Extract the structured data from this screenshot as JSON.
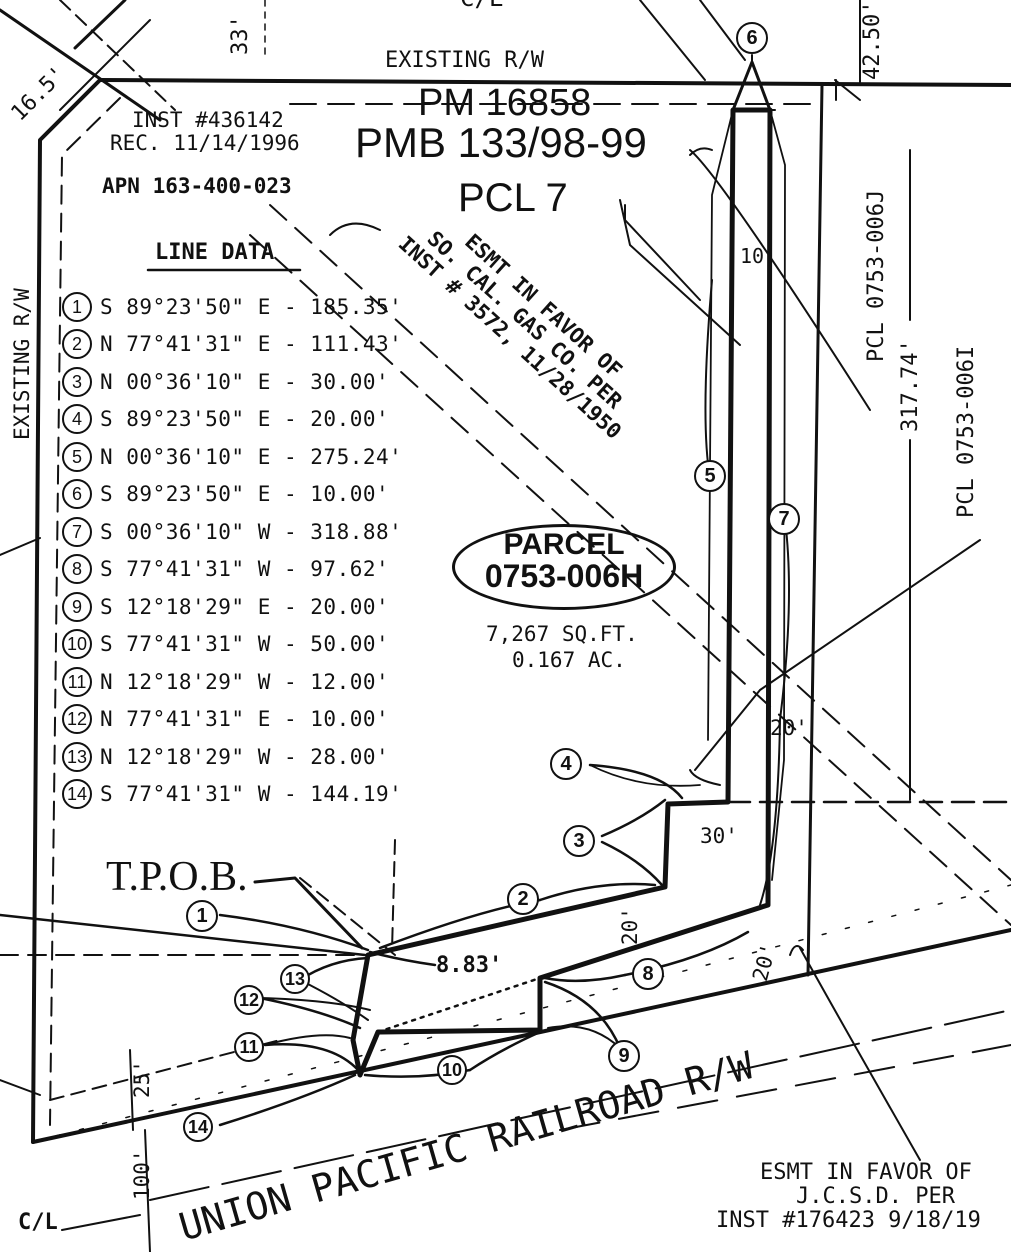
{
  "header": {
    "existing_rw_top": "EXISTING R/W",
    "pm": "PM 16858",
    "pmb": "PMB 133/98-99",
    "pcl7": "PCL 7",
    "inst": "INST #436142",
    "rec": "REC. 11/14/1996",
    "apn": "APN 163-400-023",
    "dim_33": "33'",
    "dim_16_5": "16.5'",
    "dim_42_50": "42.50'",
    "cl_top": "C/L"
  },
  "left": {
    "existing_rw_left": "EXISTING R/W"
  },
  "line_data": {
    "title": "LINE DATA",
    "rows": [
      {
        "num": "1",
        "text": "S 89°23'50\" E - 185.35'"
      },
      {
        "num": "2",
        "text": "N 77°41'31\" E - 111.43'"
      },
      {
        "num": "3",
        "text": "N 00°36'10\" E - 30.00'"
      },
      {
        "num": "4",
        "text": "S 89°23'50\" E - 20.00'"
      },
      {
        "num": "5",
        "text": "N 00°36'10\" E - 275.24'"
      },
      {
        "num": "6",
        "text": "S 89°23'50\" E - 10.00'"
      },
      {
        "num": "7",
        "text": "S 00°36'10\" W - 318.88'"
      },
      {
        "num": "8",
        "text": "S 77°41'31\" W - 97.62'"
      },
      {
        "num": "9",
        "text": "S 12°18'29\" E - 20.00'"
      },
      {
        "num": "10",
        "text": "S 77°41'31\" W - 50.00'"
      },
      {
        "num": "11",
        "text": "N 12°18'29\" W - 12.00'"
      },
      {
        "num": "12",
        "text": "N 77°41'31\" E - 10.00'"
      },
      {
        "num": "13",
        "text": "N 12°18'29\" W - 28.00'"
      },
      {
        "num": "14",
        "text": "S 77°41'31\" W - 144.19'"
      }
    ]
  },
  "easement_gas": {
    "line1": "ESMT IN FAVOR OF",
    "line2": "SO. CAL. GAS CO. PER",
    "line3": "INST # 3572, 11/28/1950"
  },
  "parcel": {
    "label1": "PARCEL",
    "label2": "0753-006H",
    "area_sqft": "7,267 SQ.FT.",
    "area_ac": "0.167 AC."
  },
  "right": {
    "pcl_006j": "PCL 0753-006J",
    "pcl_006i": "PCL 0753-006I",
    "dim_317_74": "317.74'",
    "dim_10": "10'",
    "dim_20_a": "20'",
    "dim_30": "30'",
    "dim_20_b": "20'",
    "dim_20_c": "20'"
  },
  "bottom": {
    "tpob": "T.P.O.B.",
    "dim_8_83": "8.83'",
    "dim_25": "25'",
    "dim_100": "100'",
    "railroad": "UNION PACIFIC RAILROAD R/W",
    "cl_bottom": "C/L",
    "esmt_jcsd_1": "ESMT IN FAVOR OF",
    "esmt_jcsd_2": "J.C.S.D. PER",
    "esmt_jcsd_3": "INST #176423 9/18/19"
  },
  "callouts": [
    "1",
    "2",
    "3",
    "4",
    "5",
    "6",
    "7",
    "8",
    "9",
    "10",
    "11",
    "12",
    "13",
    "14"
  ]
}
